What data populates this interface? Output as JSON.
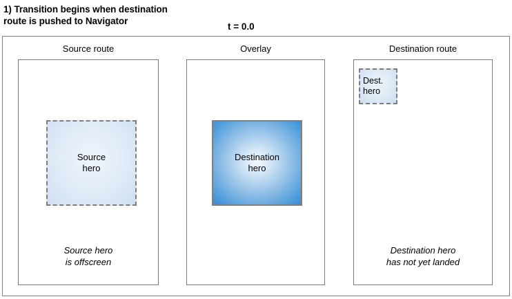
{
  "header": {
    "step_title": "1) Transition begins when destination\nroute is pushed to Navigator",
    "time_label": "t = 0.0"
  },
  "columns": [
    {
      "id": "source",
      "header": "Source route"
    },
    {
      "id": "overlay",
      "header": "Overlay"
    },
    {
      "id": "destination",
      "header": "Destination route"
    }
  ],
  "heroes": {
    "source": {
      "label": "Source\nhero",
      "border_style": "dashed",
      "border_color": "#7d7d7d",
      "fill": "#e3edf8"
    },
    "overlay": {
      "label": "Destination\nhero",
      "border_style": "solid",
      "border_color": "#808080",
      "fill_center": "#f2f8fd",
      "fill_edge": "#3d8fd4"
    },
    "destination": {
      "label": "Dest.\nhero",
      "border_style": "dashed",
      "border_color": "#7d7d7d",
      "fill": "#e2ecf7"
    }
  },
  "captions": {
    "source": "Source hero\nis offscreen",
    "destination": "Destination hero\nhas not yet landed"
  },
  "colors": {
    "frame": "#808080",
    "panel_border": "#787878",
    "text": "#000000",
    "background": "#ffffff"
  }
}
